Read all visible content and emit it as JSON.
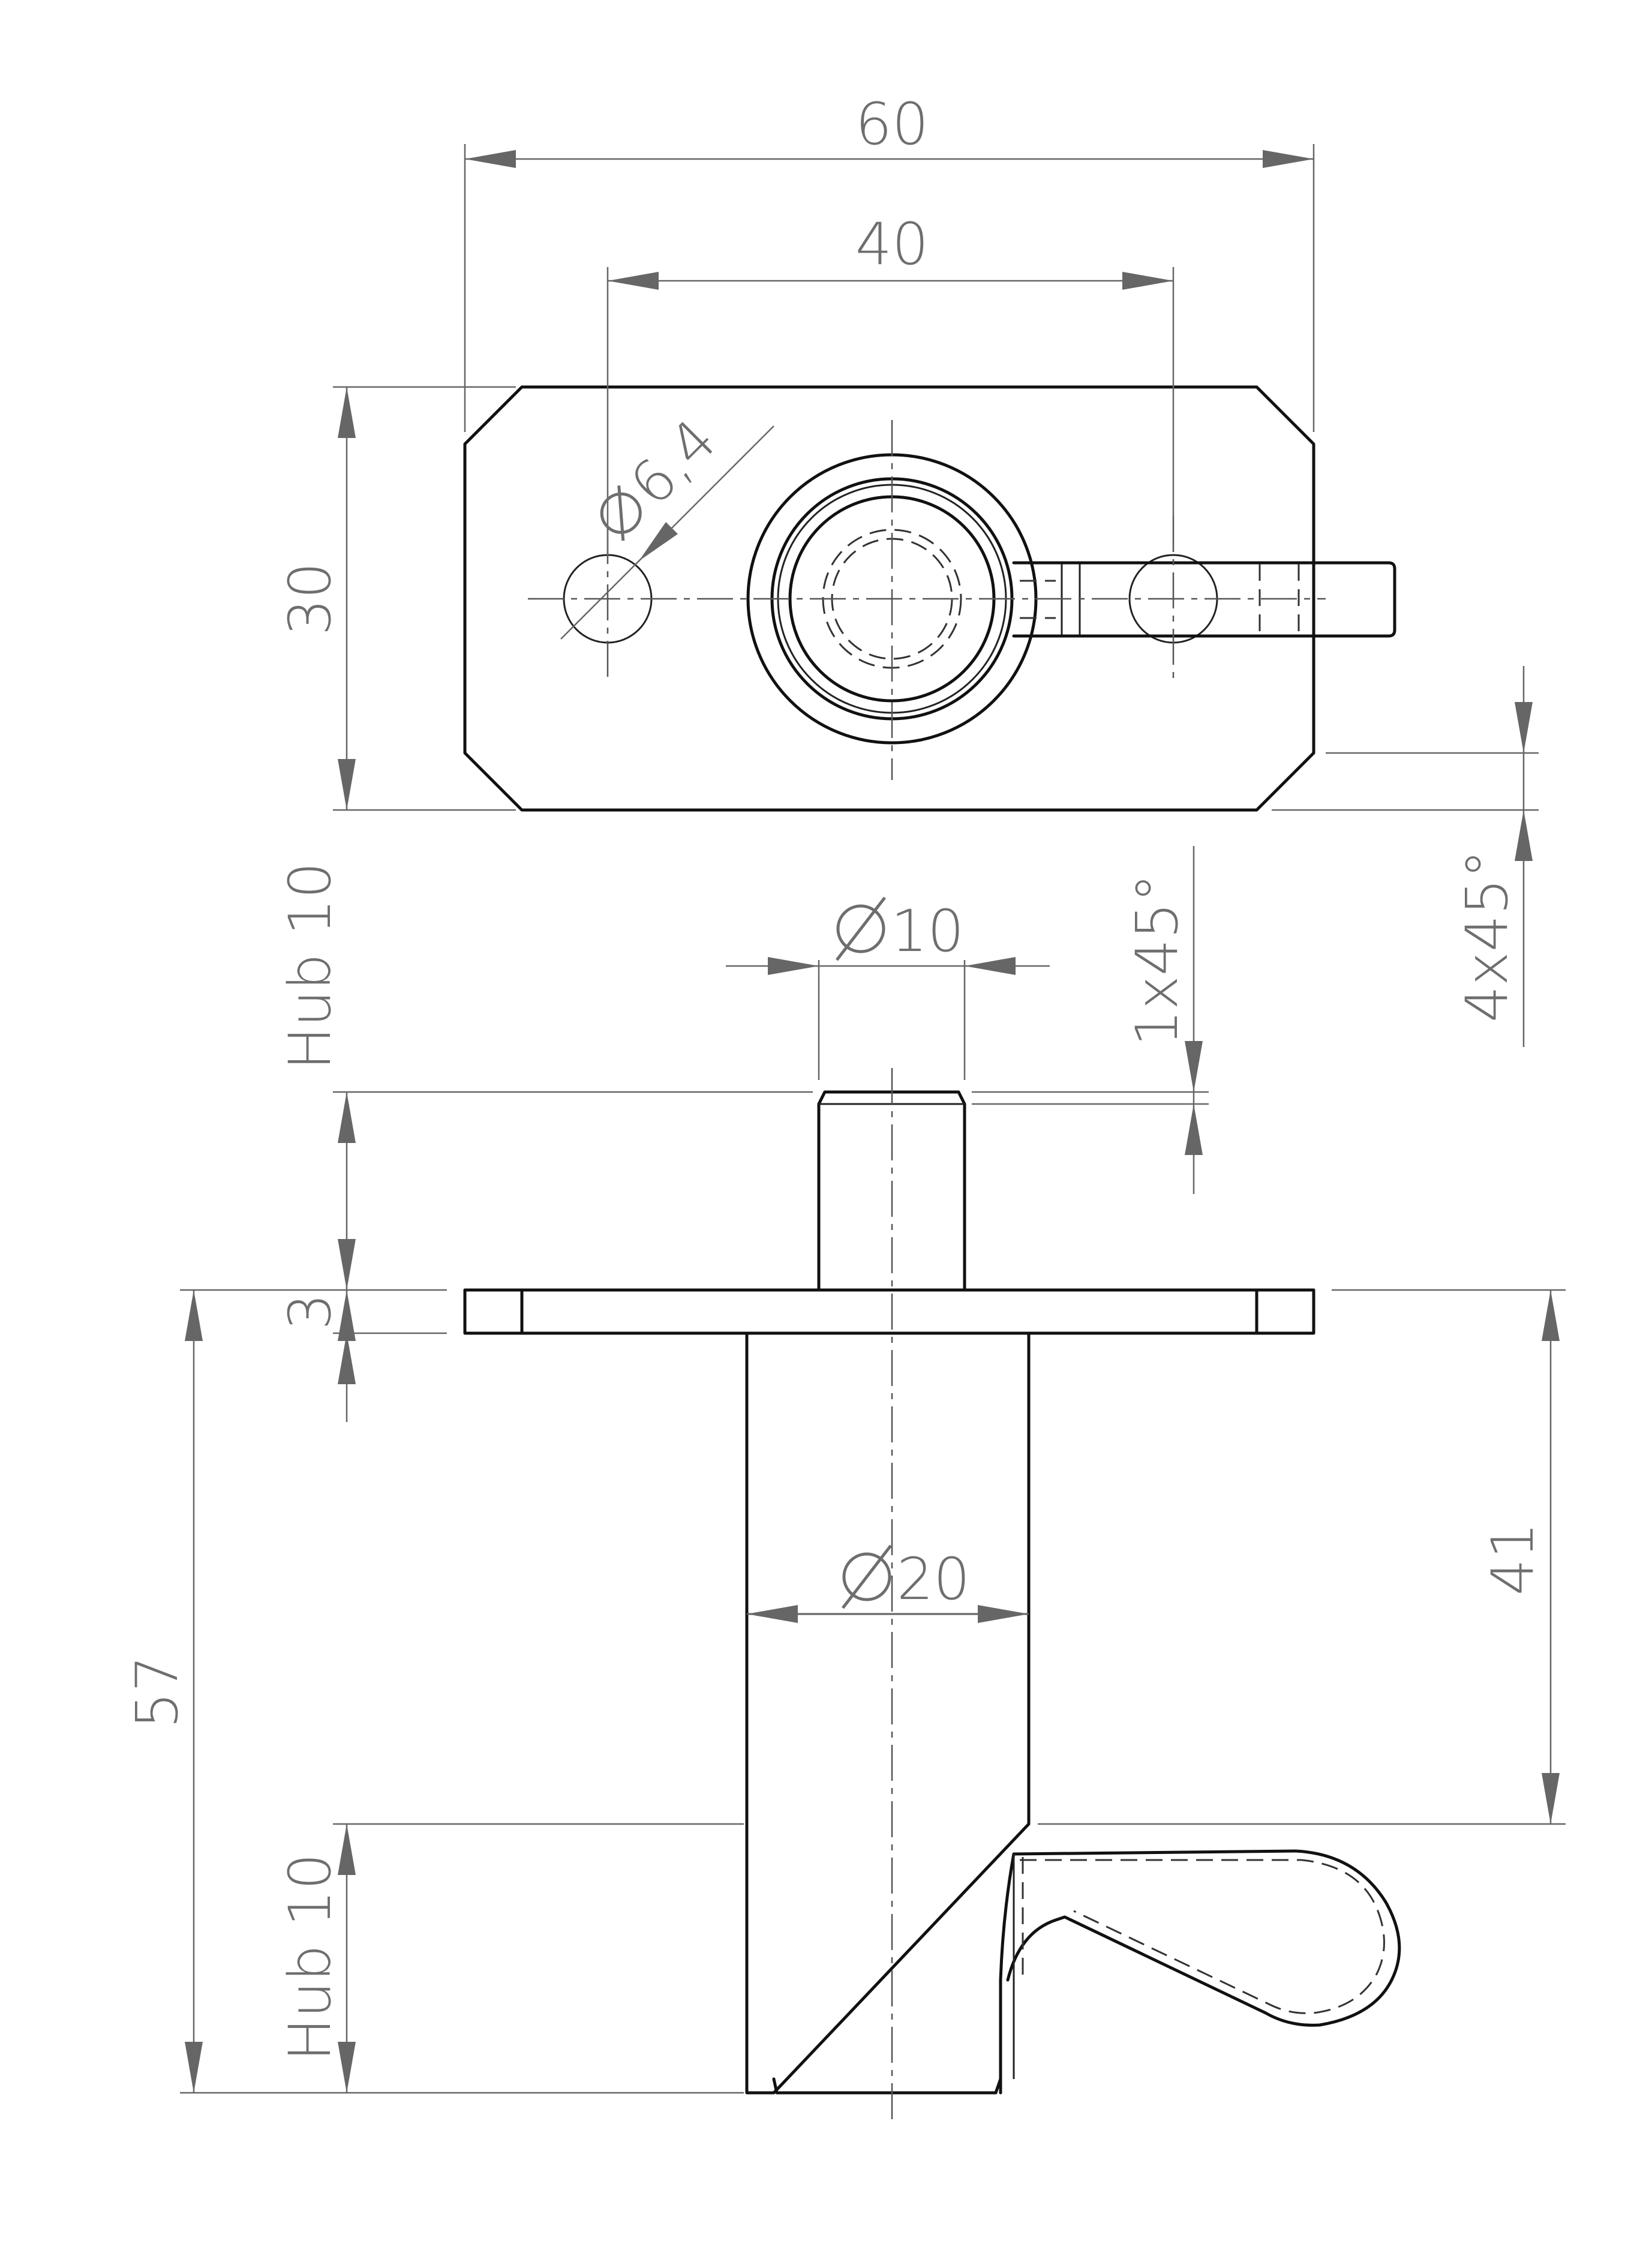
{
  "dimensions": {
    "plate_width": "60",
    "hole_spacing": "40",
    "plate_height": "30",
    "hole_diameter": "6,4",
    "pin_diameter": "10",
    "pin_stroke": "Hub 10",
    "pin_chamfer": "1x45°",
    "corner_chamfer": "4x45°",
    "plate_thickness": "3",
    "body_diameter": "20",
    "body_length": "41",
    "total_length": "57",
    "lever_stroke": "Hub 10"
  }
}
